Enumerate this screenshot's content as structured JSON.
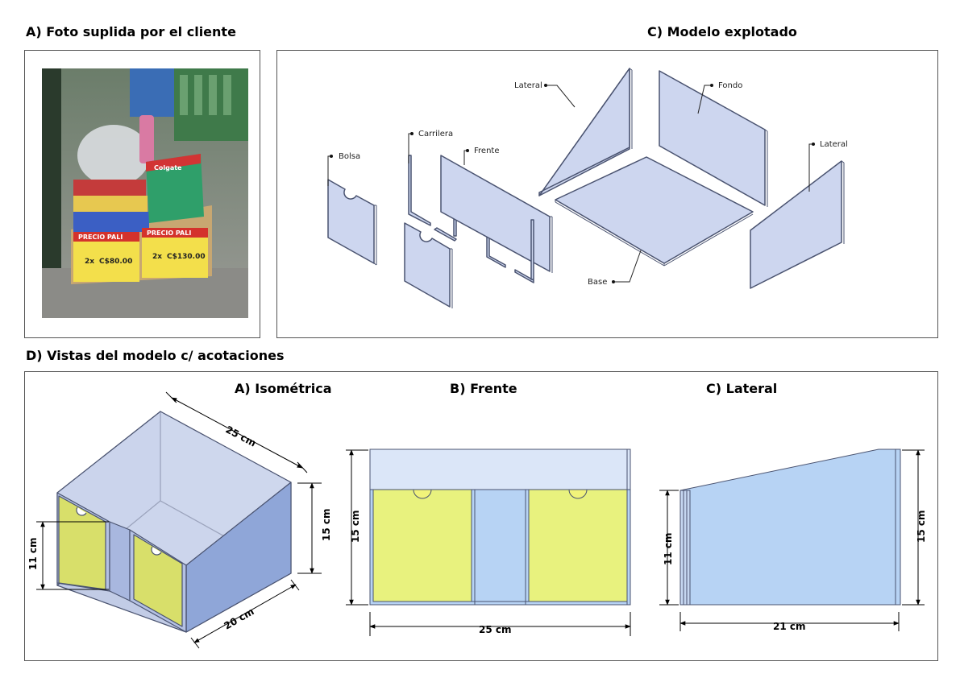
{
  "headings": {
    "photo": "A) Foto suplida por el cliente",
    "exploded": "C) Modelo explotado",
    "views": "D) Vistas del modelo c/ acotaciones"
  },
  "photo": {
    "sign1": "PRECIO PALI",
    "sign2": "PRECIO PALI",
    "price1": "C$80.00",
    "price2": "C$130.00",
    "qty1": "2x",
    "qty2": "2x",
    "brand": "Colgate"
  },
  "exploded": {
    "labels": {
      "bolsa": "Bolsa",
      "carrilera": "Carrilera",
      "frente": "Frente",
      "lateral_left": "Lateral",
      "fondo": "Fondo",
      "lateral_right": "Lateral",
      "base": "Base"
    }
  },
  "views": {
    "iso_title": "A) Isométrica",
    "front_title": "B) Frente",
    "side_title": "C) Lateral",
    "dims": {
      "iso_width": "25 cm",
      "iso_height": "15 cm",
      "iso_drawer": "11 cm",
      "iso_depth": "20 cm",
      "front_height": "15 cm",
      "front_width": "25 cm",
      "side_front_height": "11 cm",
      "side_back_height": "15 cm",
      "side_depth": "21 cm"
    }
  },
  "colors": {
    "panel_fill": "#cdd6ef",
    "panel_stroke": "#4a5370",
    "drawer_yellow": "#e8f27e",
    "side_blue": "#b7d3f4"
  }
}
